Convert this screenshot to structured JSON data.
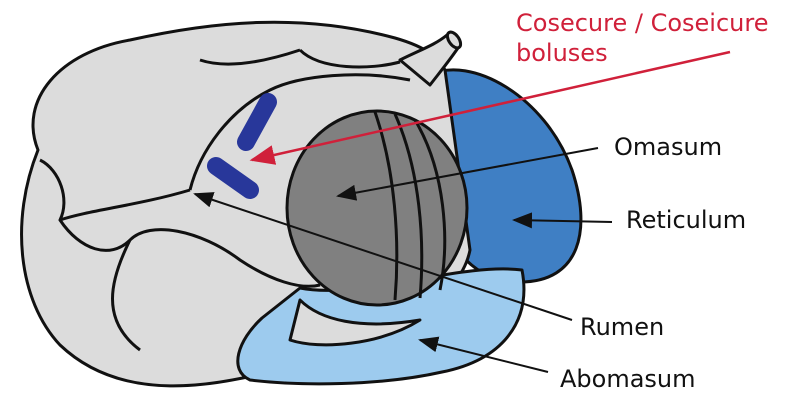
{
  "labels": {
    "boluses_line1": "Cosecure / Coseicure",
    "boluses_line2": "boluses",
    "omasum": "Omasum",
    "reticulum": "Reticulum",
    "rumen": "Rumen",
    "abomasum": "Abomasum"
  },
  "colors": {
    "rumen": "#dcdcdc",
    "omasum": "#808080",
    "reticulum": "#3f7fc4",
    "abomasum": "#9dcbee",
    "boluses": "#28379a",
    "highlight": "#d0203a",
    "outline": "#111111"
  }
}
